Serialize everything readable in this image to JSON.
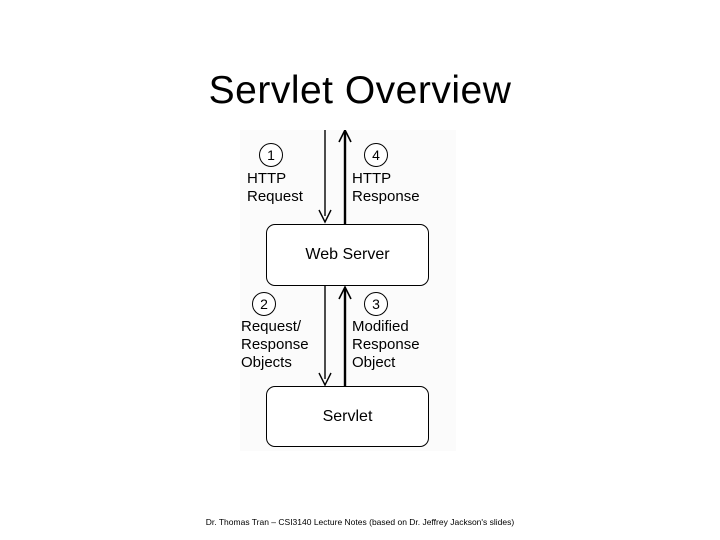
{
  "slide": {
    "title": "Servlet Overview",
    "footer": "Dr. Thomas Tran – CSI3140 Lecture Notes (based on Dr. Jeffrey Jackson's slides)"
  },
  "diagram": {
    "type": "flow-diagram",
    "background_color": "#fbfbfb",
    "stroke_color": "#000000",
    "nodes": [
      {
        "id": "web-server",
        "label": "Web Server",
        "shape": "rounded-rectangle"
      },
      {
        "id": "servlet",
        "label": "Servlet",
        "shape": "rounded-rectangle"
      }
    ],
    "edges": [
      {
        "step": "1",
        "label_lines": "HTTP\nRequest",
        "direction": "down",
        "from": "client",
        "to": "web-server"
      },
      {
        "step": "2",
        "label_lines": "Request/\nResponse\nObjects",
        "direction": "down",
        "from": "web-server",
        "to": "servlet"
      },
      {
        "step": "3",
        "label_lines": "Modified\nResponse\nObject",
        "direction": "up",
        "from": "servlet",
        "to": "web-server"
      },
      {
        "step": "4",
        "label_lines": "HTTP\nResponse",
        "direction": "up",
        "from": "web-server",
        "to": "client"
      }
    ]
  }
}
